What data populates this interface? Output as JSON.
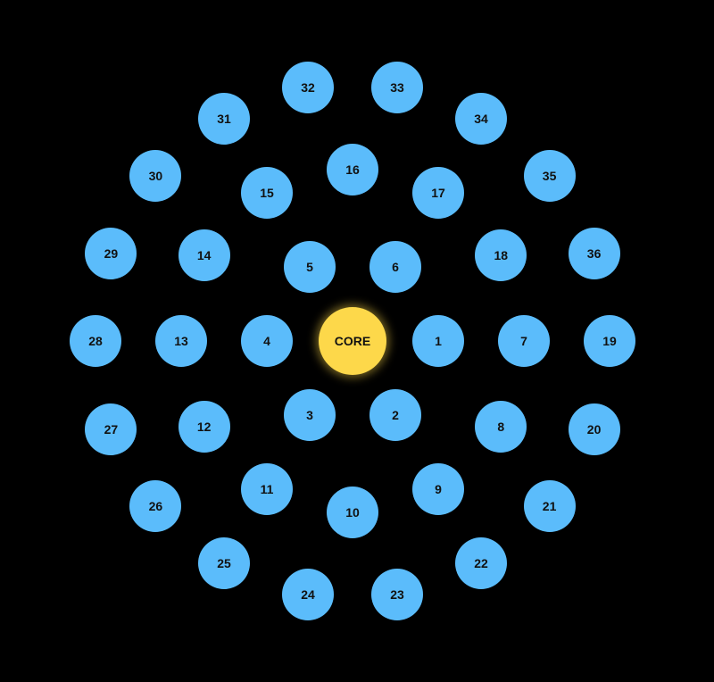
{
  "core": {
    "label": "CORE",
    "color": "#fdd84a"
  },
  "node_color": "#5bbcfb",
  "background": "#000000",
  "rings": [
    {
      "nodes": [
        "1",
        "2",
        "3",
        "4",
        "5",
        "6"
      ]
    },
    {
      "nodes": [
        "7",
        "8",
        "9",
        "10",
        "11",
        "12",
        "13",
        "14",
        "15",
        "16",
        "17",
        "18"
      ]
    },
    {
      "nodes": [
        "19",
        "20",
        "21",
        "22",
        "23",
        "24",
        "25",
        "26",
        "27",
        "28",
        "29",
        "30",
        "31",
        "32",
        "33",
        "34",
        "35",
        "36"
      ]
    }
  ]
}
